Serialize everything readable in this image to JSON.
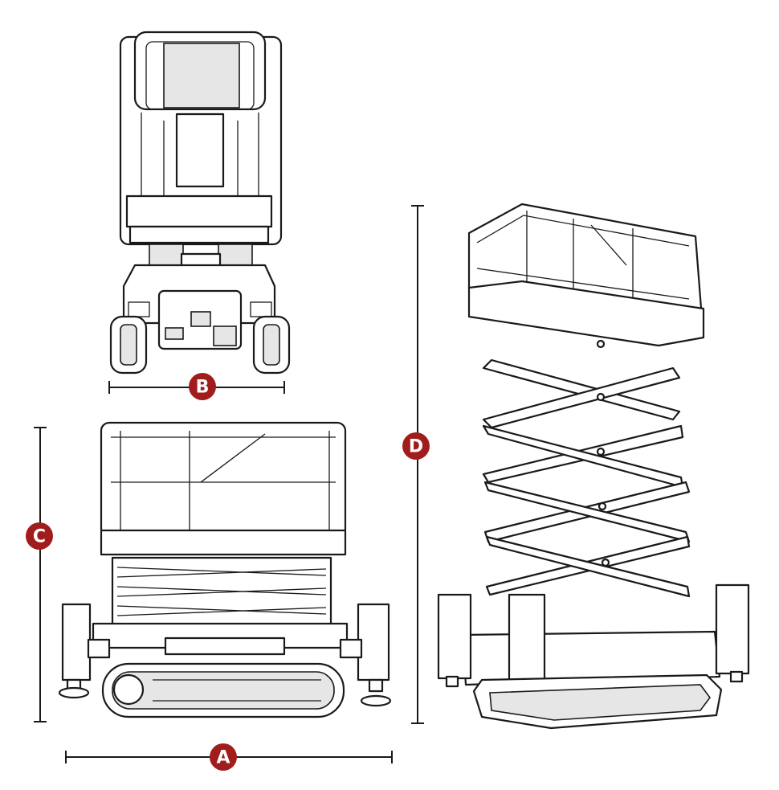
{
  "badge_color": "#a11d1d",
  "dimensions": {
    "a": {
      "label": "A"
    },
    "b": {
      "label": "B"
    },
    "c": {
      "label": "C"
    },
    "d": {
      "label": "D"
    }
  }
}
